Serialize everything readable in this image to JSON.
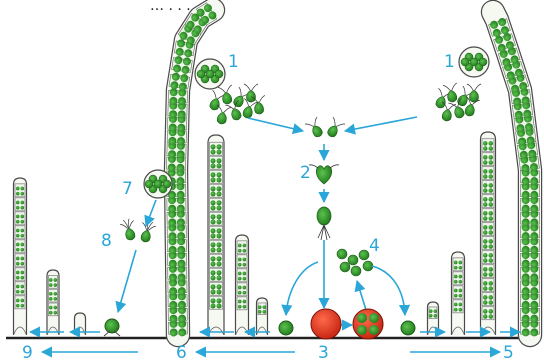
{
  "labels": {
    "n1_left": "1",
    "n1_right": "1",
    "n2": "2",
    "n3": "3",
    "n4": "4",
    "n5": "5",
    "n6": "6",
    "n7": "7",
    "n8": "8",
    "n9": "9",
    "top_fragment": "… . . ."
  },
  "colors": {
    "cell_fill": "#3fa535",
    "cell_dark": "#1f6b1a",
    "wall": "#555555",
    "arrow": "#2aa6d8",
    "zygote": "#e8301e",
    "label": "#2aa6d8",
    "ground": "#222222"
  },
  "icons": {
    "zoospore": "biflagellate-green-cell",
    "filament": "septate-green-filament",
    "zygote": "red-round-zygote"
  }
}
